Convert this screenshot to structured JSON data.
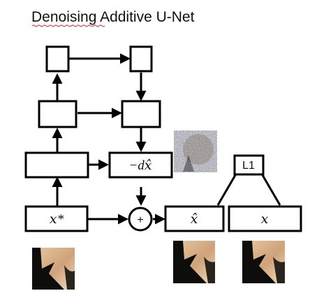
{
  "title": "Denoising Additive U-Net",
  "nodes": {
    "encoder_top": "",
    "decoder_top": "",
    "encoder_mid": "",
    "decoder_mid": "",
    "encoder_low": "",
    "delta_out": "−d𝑥̂",
    "input_x_star": "𝑥*",
    "output_x_hat": "𝑥̂",
    "target_x": "𝑥",
    "loss": "L1",
    "sum_op": "+"
  },
  "images": {
    "noise_patch": "noise-image",
    "input_patch": "cat-ear-image",
    "output_patch": "cat-ear-image",
    "target_patch": "cat-ear-image"
  },
  "colors": {
    "stroke": "#000000",
    "background": "#ffffff",
    "spellcheck_underline": "#d9262b"
  }
}
